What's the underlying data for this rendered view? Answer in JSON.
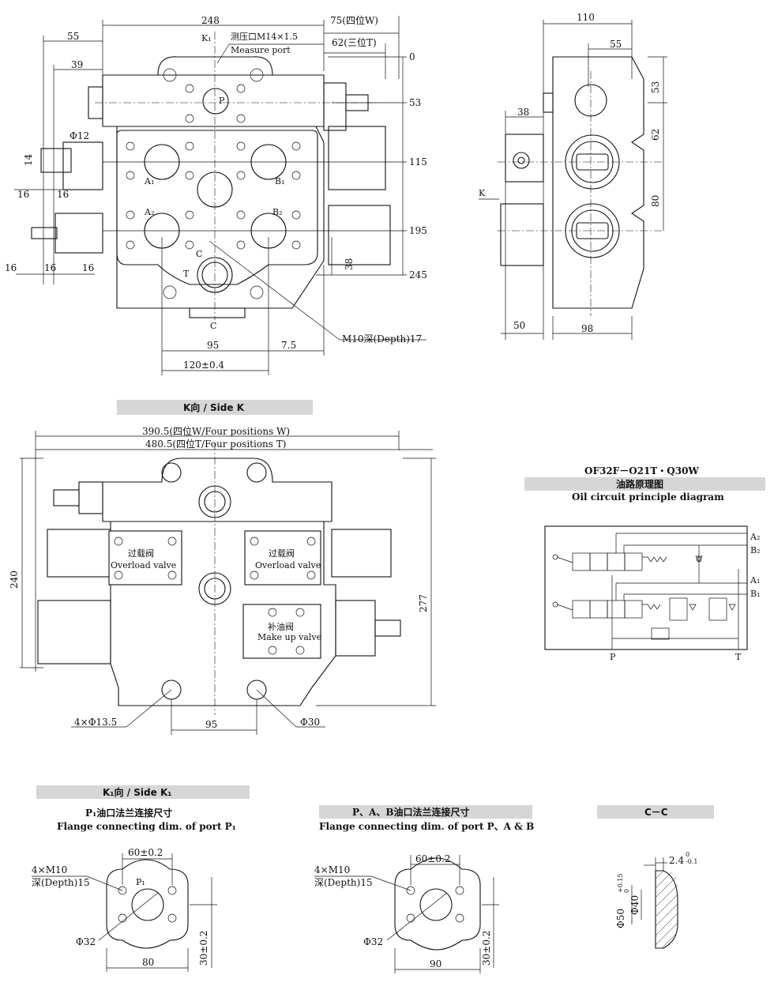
{
  "front_view": {
    "top_dims": [
      "248",
      "75(四位W)",
      "62(三位T)"
    ],
    "left_dims": [
      "55",
      "39",
      "Φ12",
      "14",
      "16",
      "16",
      "16",
      "16",
      "16"
    ],
    "port_labels": [
      "K₁",
      "P",
      "A₁",
      "B₁",
      "A₂",
      "B₂",
      "T",
      "C",
      "C"
    ],
    "measure_port": [
      "测压口M14×1.5",
      "Measure port"
    ],
    "right_dims": [
      "0",
      "53",
      "115",
      "195",
      "245",
      "38"
    ],
    "bottom_dims": [
      "95",
      "7.5",
      "120±0.4"
    ],
    "thread_note": "M10深(Depth)17"
  },
  "side_view": {
    "dims": [
      "110",
      "55",
      "38",
      "53",
      "62",
      "80",
      "50",
      "98"
    ],
    "label_k": "K"
  },
  "side_k": {
    "header": "K向 / Side K",
    "width_w": "390.5(四位W/Four positions W)",
    "width_t": "480.5(四位T/Four positions T)",
    "height_left": "240",
    "height_right": "277",
    "valves": [
      {
        "cn": "过载阀",
        "en": "Overload valve"
      },
      {
        "cn": "过载阀",
        "en": "Overload valve"
      },
      {
        "cn": "补油阀",
        "en": "Make up valve"
      }
    ],
    "holes": "4×Φ13.5",
    "spacing": "95",
    "phi": "Φ30"
  },
  "circuit": {
    "model": "OF32F－O21T・Q30W",
    "title_cn": "油路原理图",
    "title_en": "Oil circuit principle diagram",
    "ports": [
      "A₂",
      "B₂",
      "A₁",
      "B₁",
      "P",
      "T"
    ]
  },
  "flange_p1": {
    "header": "K₁向 / Side K₁",
    "title_cn": "P₁油口法兰连接尺寸",
    "title_en": "Flange connecting dim. of port P₁",
    "bolt_spacing": "60±0.2",
    "thread": [
      "4×M10",
      "深(Depth)15"
    ],
    "port": "P₁",
    "bore": "Φ32",
    "width": "80",
    "offset": "30±0.2"
  },
  "flange_pab": {
    "title_cn": "P、A、B油口法兰连接尺寸",
    "title_en": "Flange connecting dim. of port P、A & B",
    "bolt_spacing": "60±0.2",
    "thread": [
      "4×M10",
      "深(Depth)15"
    ],
    "bore": "Φ32",
    "width": "90",
    "offset": "30±0.2"
  },
  "section_cc": {
    "header": "C－C",
    "dims": [
      "2.4",
      "0",
      "-0.1",
      "Φ50",
      "+0.15",
      "0",
      "Φ40"
    ]
  }
}
